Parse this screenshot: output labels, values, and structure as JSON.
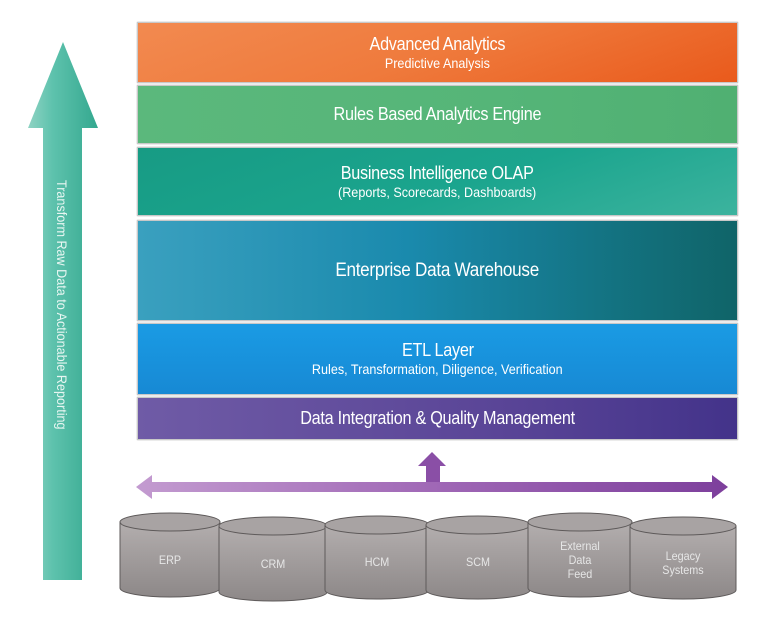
{
  "side_arrow": {
    "label": "Transform Raw Data to Actionable Reporting",
    "color": "#4dbba5"
  },
  "layers": [
    {
      "title": "Advanced Analytics",
      "subtitle": "Predictive Analysis",
      "color": "#ef7a3c"
    },
    {
      "title": "Rules Based Analytics Engine",
      "subtitle": "",
      "color": "#55b578"
    },
    {
      "title": "Business Intelligence OLAP",
      "subtitle": "(Reports, Scorecards, Dashboards)",
      "color": "#1ba58e"
    },
    {
      "title": "Enterprise Data Warehouse",
      "subtitle": "",
      "color": "#1a8aad"
    },
    {
      "title": "ETL Layer",
      "subtitle": "Rules, Transformation,  Diligence, Verification",
      "color": "#1789d4"
    },
    {
      "title": "Data Integration & Quality Management",
      "subtitle": "",
      "color": "#5a4597"
    }
  ],
  "connector": {
    "color": "#8a4fa6"
  },
  "sources": [
    {
      "label": "ERP"
    },
    {
      "label": "CRM"
    },
    {
      "label": "HCM"
    },
    {
      "label": "SCM"
    },
    {
      "label": "External\nData\nFeed"
    },
    {
      "label": "Legacy\nSystems"
    }
  ]
}
